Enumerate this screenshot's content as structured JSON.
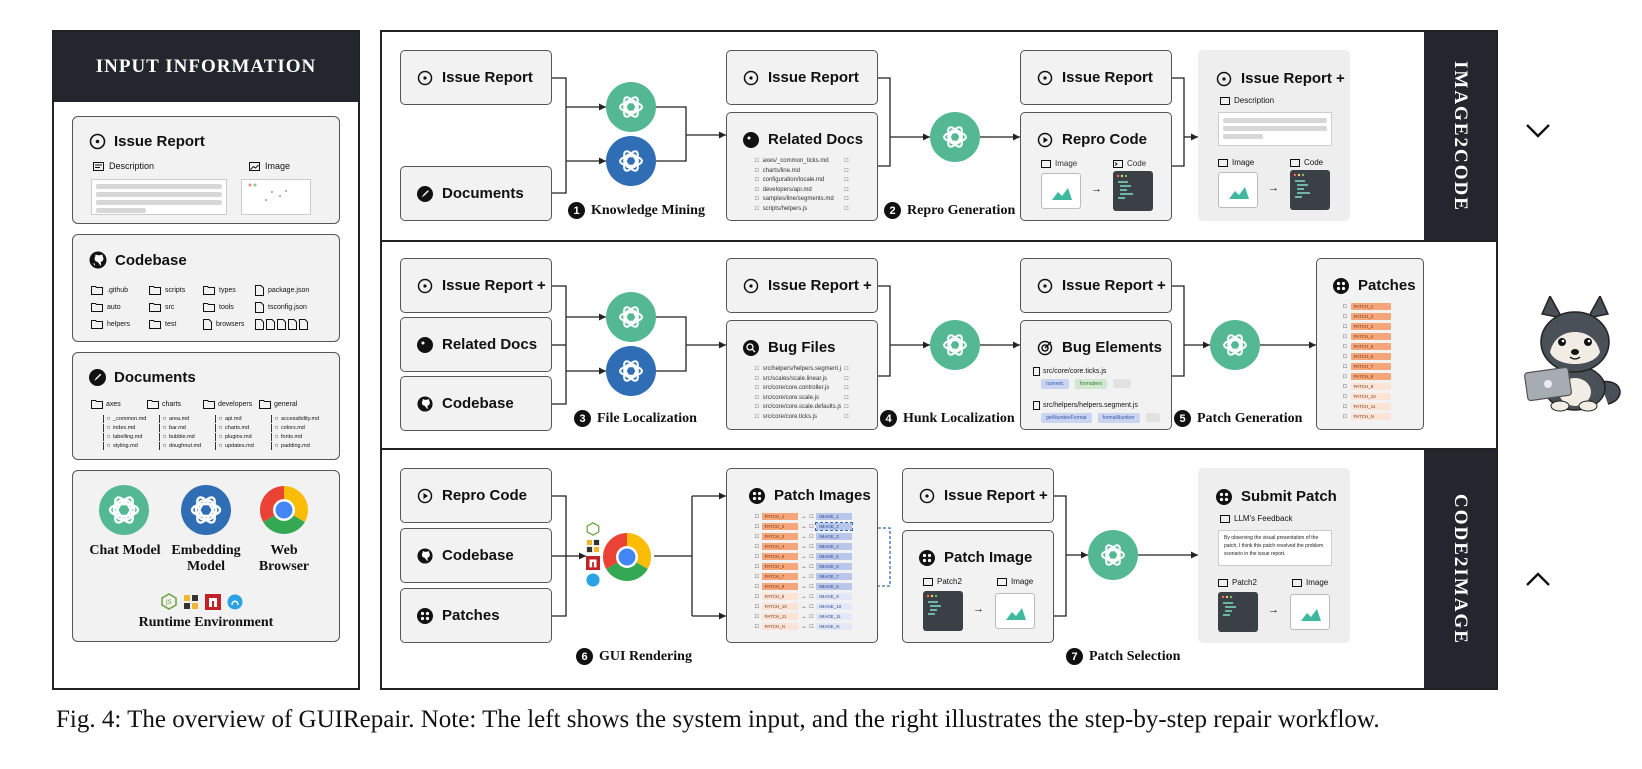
{
  "left": {
    "header": "INPUT INFORMATION",
    "issue_report": {
      "title": "Issue Report",
      "description": "Description",
      "image": "Image"
    },
    "codebase": {
      "title": "Codebase",
      "items": [
        ".github",
        "scripts",
        "types",
        "package.json",
        "auto",
        "src",
        "tools",
        "tsconfig.json",
        "helpers",
        "test",
        "browsers"
      ]
    },
    "documents": {
      "title": "Documents",
      "folders": [
        "axes",
        "charts",
        "developers",
        "general"
      ],
      "files": [
        [
          "_common.md",
          "index.md",
          "labelling.md",
          "styling.md"
        ],
        [
          "area.md",
          "bar.md",
          "bubble.md",
          "doughnut.md"
        ],
        [
          "api.md",
          "charts.md",
          "plugins.md",
          "updates.md"
        ],
        [
          "accessibility.md",
          "colors.md",
          "fonts.md",
          "padding.md"
        ]
      ]
    },
    "models": {
      "chat": "Chat Model",
      "embedding": "Embedding Model",
      "browser": "Web Browser"
    },
    "runtime": "Runtime Environment"
  },
  "image2code": {
    "side_label": "IMAGE2CODE",
    "inputs": [
      "Issue Report",
      "Documents"
    ],
    "related_docs": {
      "issue": "Issue Report",
      "title": "Related Docs",
      "files": [
        "axes/_common_ticks.md",
        "charts/line.md",
        "configuration/locale.md",
        "developers/api.md",
        "samples/line/segments.md",
        "scripts/helpers.js"
      ]
    },
    "repro": {
      "issue": "Issue Report",
      "title": "Repro Code",
      "image": "Image",
      "code": "Code"
    },
    "output": {
      "title": "Issue Report +",
      "description": "Description",
      "image": "Image",
      "code": "Code"
    },
    "steps": [
      {
        "n": "1",
        "label": "Knowledge Mining"
      },
      {
        "n": "2",
        "label": "Repro Generation"
      }
    ]
  },
  "localization": {
    "inputs": [
      "Issue Report +",
      "Related Docs",
      "Codebase"
    ],
    "bug_files": {
      "issue": "Issue Report +",
      "title": "Bug Files",
      "files": [
        "src/helpers/helpers.segment.js",
        "src/scales/scale.linear.js",
        "src/core/core.controller.js",
        "src/core/core.scale.js",
        "src/core/core.scale.defaults.js",
        "src/core/core.ticks.js"
      ]
    },
    "bug_elements": {
      "issue": "Issue Report +",
      "title": "Bug Elements",
      "file1": "src/core/core.ticks.js",
      "tags1": [
        "numeric",
        "formatters"
      ],
      "file2": "src/helpers/helpers.segment.js",
      "tags2": [
        "getNumberFormat",
        "formatNumber"
      ]
    },
    "patches": {
      "title": "Patches",
      "items": [
        "PATCH_1",
        "PATCH_2",
        "PATCH_3",
        "PATCH_4",
        "PATCH_5",
        "PATCH_6",
        "PATCH_7",
        "PATCH_8",
        "PATCH_9",
        "PATCH_10",
        "PATCH_11",
        "PATCH_N"
      ]
    },
    "steps": [
      {
        "n": "3",
        "label": "File Localization"
      },
      {
        "n": "4",
        "label": "Hunk Localization"
      },
      {
        "n": "5",
        "label": "Patch Generation"
      }
    ]
  },
  "code2image": {
    "side_label": "CODE2IMAGE",
    "inputs": [
      "Repro Code",
      "Codebase",
      "Patches"
    ],
    "patch_images": {
      "title": "Patch Images",
      "patches": [
        "PATCH_1",
        "PATCH_2",
        "PATCH_3",
        "PATCH_4",
        "PATCH_5",
        "PATCH_6",
        "PATCH_7",
        "PATCH_8",
        "PATCH_9",
        "PATCH_10",
        "PATCH_11",
        "PATCH_N"
      ],
      "images": [
        "IMAGE_1",
        "IMAGE_2",
        "IMAGE_3",
        "IMAGE_4",
        "IMAGE_5",
        "IMAGE_6",
        "IMAGE_7",
        "IMAGE_8",
        "IMAGE_9",
        "IMAGE_10",
        "IMAGE_11",
        "IMAGE_N"
      ]
    },
    "patch_image": {
      "issue": "Issue Report +",
      "title": "Patch Image",
      "patch": "Patch2",
      "image": "Image"
    },
    "submit": {
      "title": "Submit Patch",
      "feedback": "LLM's Feedback",
      "feedback_text": "By observing the visual presentation of the patch, I think this patch resolved the problem scenario in the issue report.",
      "patch": "Patch2",
      "image": "Image"
    },
    "steps": [
      {
        "n": "6",
        "label": "GUI Rendering"
      },
      {
        "n": "7",
        "label": "Patch Selection"
      }
    ]
  },
  "caption": "Fig. 4: The overview of GUIRepair. Note: The left shows the system input, and the right illustrates the step-by-step repair workflow.",
  "colors": {
    "dark": "#23262d",
    "chat": "#55b895",
    "embed": "#2f6db4",
    "patch": "#f4a57a",
    "image": "#b9c7ea"
  }
}
